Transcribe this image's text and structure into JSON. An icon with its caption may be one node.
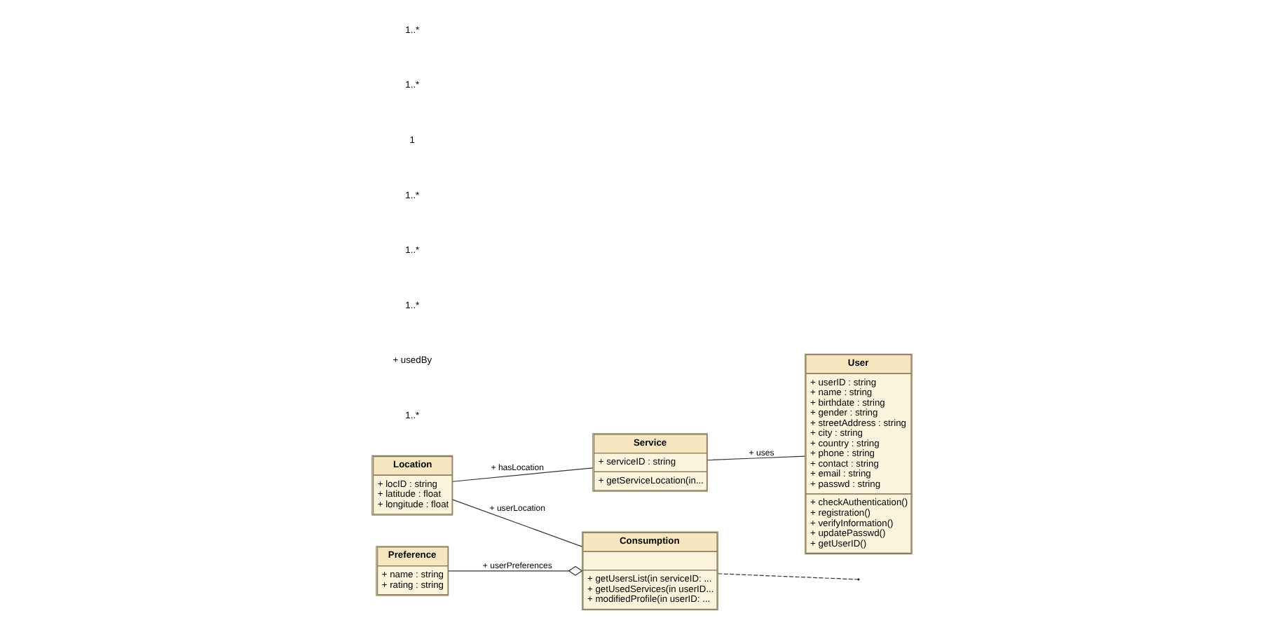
{
  "diagram": {
    "nodes": [
      {
        "text": [
          "Service",
          "+ serviceID : string",
          "+ getServiceLocation(in..."
        ]
      },
      {
        "text": [
          "User",
          "+ userID : string",
          "+ name : string",
          "+ birthdate : string",
          "+ gender : string",
          "+ streetAddress : string",
          "+ city : string",
          "+ country : string",
          "+ phone : string",
          "+ contact : string",
          "+ email : string",
          "+ passwd : string",
          "+ checkAuthentication()",
          "+ registration()",
          "+ verifyInformation()",
          "+ updatePasswd()",
          "+ getUserID()"
        ]
      },
      {
        "text": [
          "Location",
          "+ locID : string",
          "+ latitude : float",
          "+ longitude : float"
        ]
      },
      {
        "text": [
          "Consumption",
          "+ getUsersList(in serviceID: ...",
          "+ getUsedServices(in userID...",
          "+ modifiedProfile(in userID: ..."
        ]
      },
      {
        "text": [
          "Preference",
          "+ name : string",
          "+ rating : string"
        ]
      }
    ],
    "edges": [
      {
        "from": 2,
        "to": 0,
        "arrow": "none",
        "label": "+ hasLocation"
      },
      {
        "from": 0,
        "to": 1,
        "arrow": "none",
        "label": "+ uses"
      },
      {
        "from": 3,
        "to": null,
        "arrow": "none",
        "style": "dashed"
      },
      {
        "from": 2,
        "to": 3,
        "arrow": "none",
        "label": "+ userLocation"
      },
      {
        "from": 4,
        "to": 3,
        "arrow": "other",
        "label": "+ userPreferences"
      }
    ],
    "labels": [
      "1..*",
      "+ usedBy",
      "1..*",
      "1..*",
      "1..*",
      "1",
      "1..*",
      "1..*"
    ]
  }
}
